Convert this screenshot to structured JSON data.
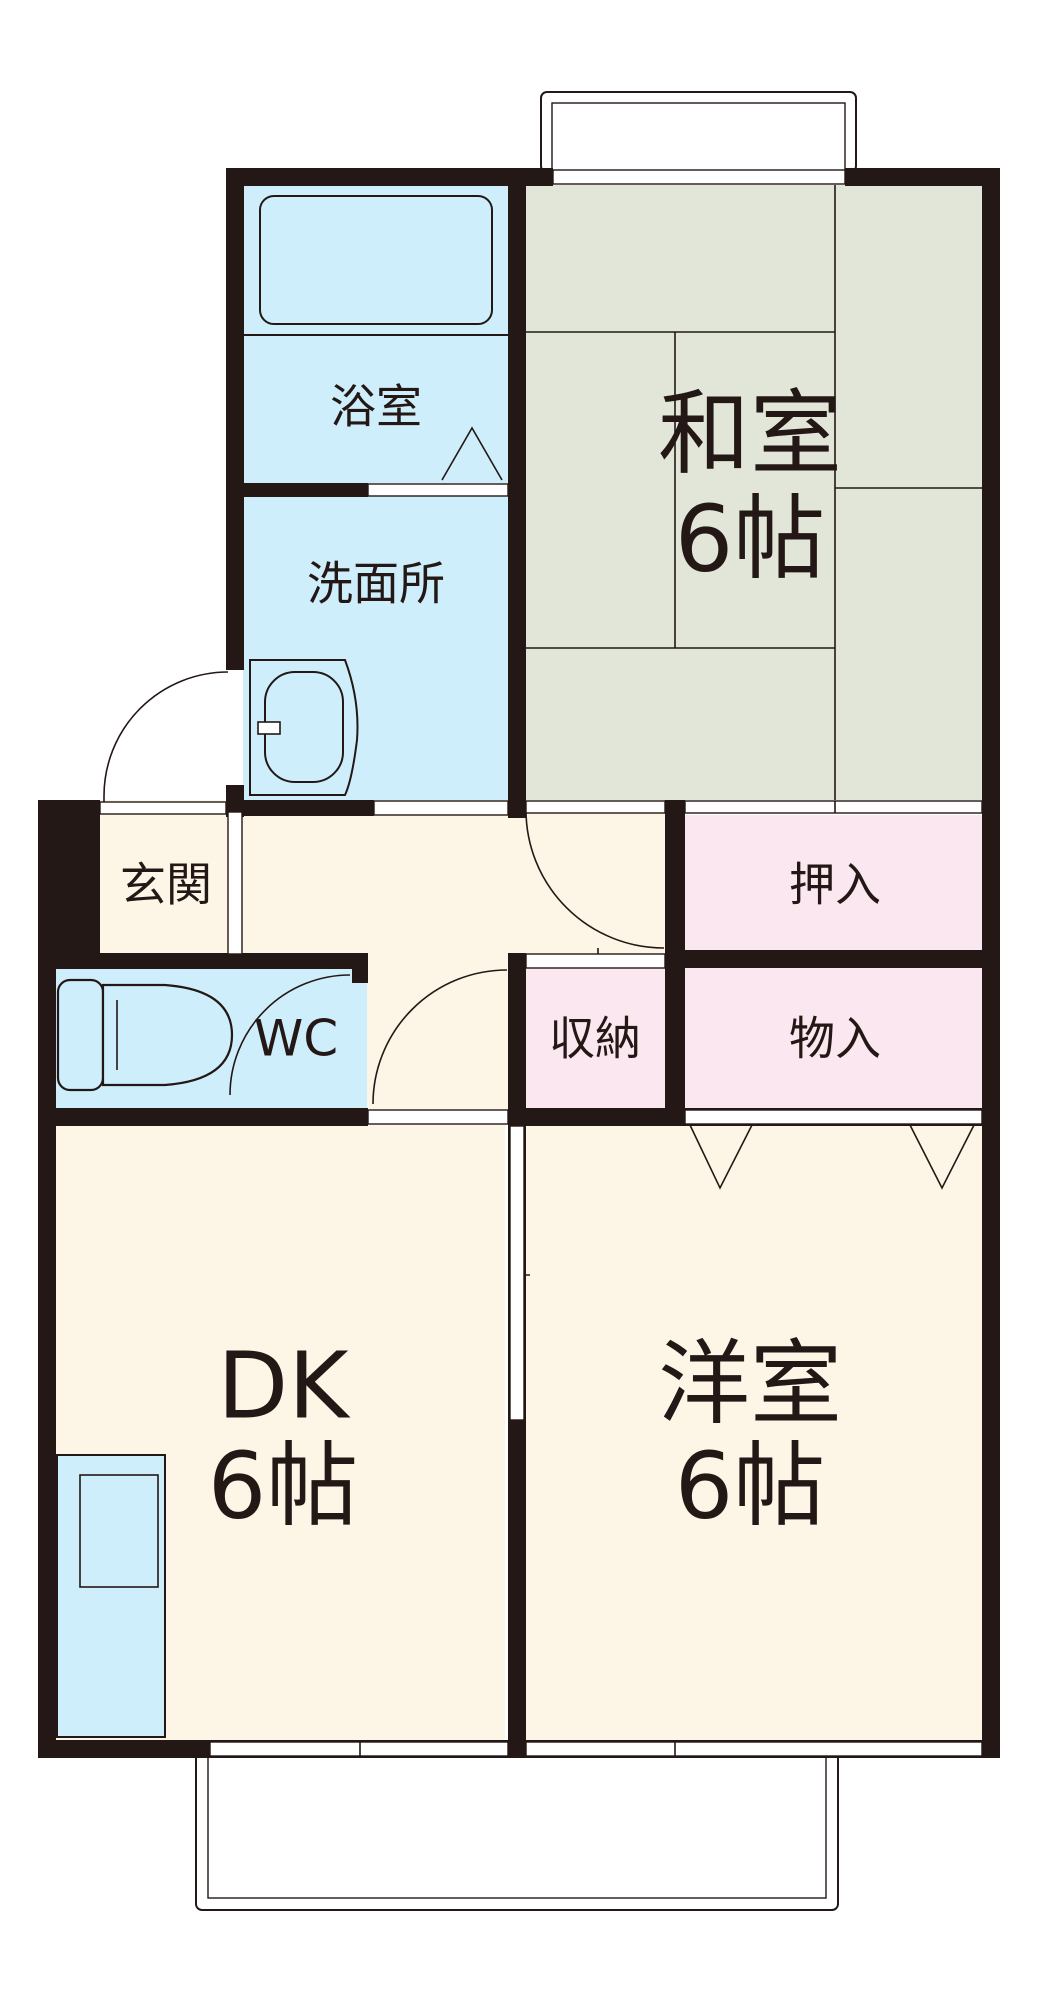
{
  "rooms": {
    "washitsu": {
      "name": "和室",
      "size": "6帖"
    },
    "yoshitsu": {
      "name": "洋室",
      "size": "6帖"
    },
    "dk": {
      "name": "DK",
      "size": "6帖"
    },
    "bath": {
      "name": "浴室"
    },
    "washroom": {
      "name": "洗面所"
    },
    "entrance": {
      "name": "玄関"
    },
    "wc": {
      "name": "WC"
    },
    "oshiire": {
      "name": "押入"
    },
    "monoire": {
      "name": "物入"
    },
    "closet": {
      "name": "収納"
    }
  },
  "colors": {
    "wall": "#231815",
    "tatami": "#e2e6d9",
    "floor": "#fdf6e6",
    "wet": "#cfeefc",
    "storage": "#fbe7ef"
  }
}
